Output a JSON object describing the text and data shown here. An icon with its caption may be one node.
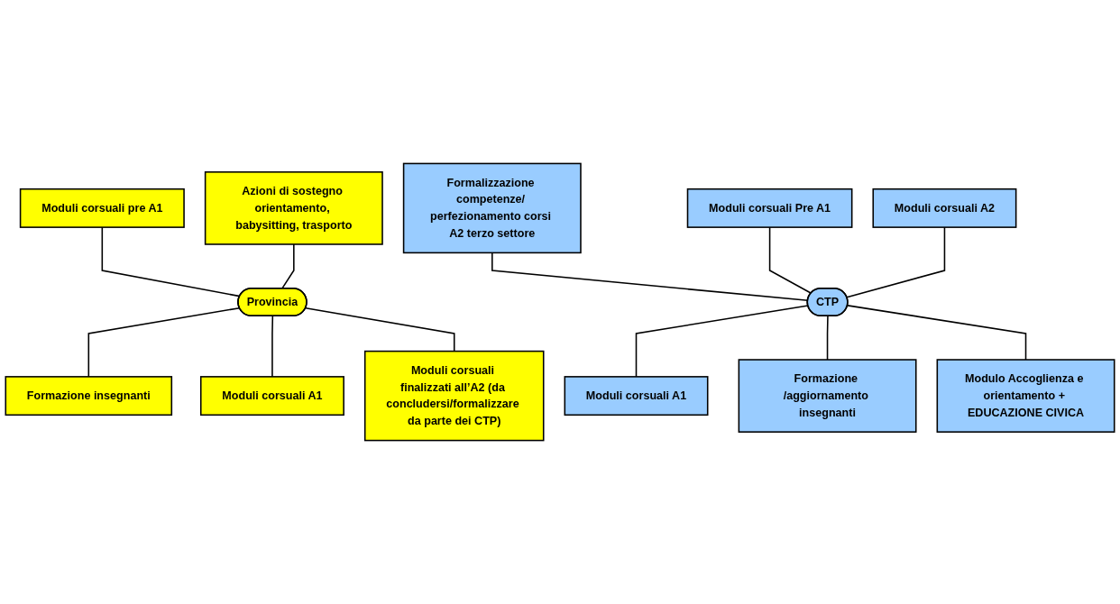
{
  "diagram": {
    "nodes": [
      {
        "text": [
          "Provincia"
        ]
      },
      {
        "text": [
          "Moduli corsuali pre A1"
        ]
      },
      {
        "text": [
          "Azioni di sostegno orientamento, babysitting, trasporto"
        ]
      },
      {
        "text": [
          "Formazione insegnanti"
        ]
      },
      {
        "text": [
          "Moduli corsuali A1"
        ]
      },
      {
        "text": [
          "Moduli corsuali finalizzati all’A2 (da concludersi/formalizzare da parte dei CTP)"
        ]
      },
      {
        "text": [
          "CTP"
        ]
      },
      {
        "text": [
          "Formalizzazione competenze/ perfezionamento corsi A2 terzo settore"
        ]
      },
      {
        "text": [
          "Moduli corsuali Pre A1"
        ]
      },
      {
        "text": [
          "Moduli corsuali A2"
        ]
      },
      {
        "text": [
          "Moduli corsuali A1"
        ]
      },
      {
        "text": [
          "Formazione /aggiornamento insegnanti"
        ]
      },
      {
        "text": [
          "Modulo Accoglienza e orientamento + EDUCAZIONE CIVICA"
        ]
      }
    ],
    "edges": [
      {
        "from": 0,
        "to": 1,
        "arrow": "none"
      },
      {
        "from": 0,
        "to": 2,
        "arrow": "none"
      },
      {
        "from": 0,
        "to": 3,
        "arrow": "none"
      },
      {
        "from": 0,
        "to": 4,
        "arrow": "none"
      },
      {
        "from": 0,
        "to": 5,
        "arrow": "none"
      },
      {
        "from": 6,
        "to": 7,
        "arrow": "none"
      },
      {
        "from": 6,
        "to": 8,
        "arrow": "none"
      },
      {
        "from": 6,
        "to": 9,
        "arrow": "none"
      },
      {
        "from": 6,
        "to": 10,
        "arrow": "none"
      },
      {
        "from": 6,
        "to": 11,
        "arrow": "none"
      },
      {
        "from": 6,
        "to": 12,
        "arrow": "none"
      }
    ]
  }
}
